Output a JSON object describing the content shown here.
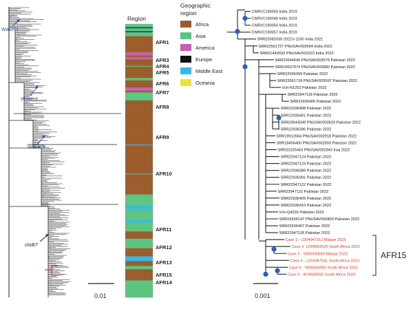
{
  "colors": {
    "Africa": "#9b5b2a",
    "Asia": "#5cc481",
    "America": "#c65fb0",
    "Europe": "#111111",
    "Middle East": "#35b8e8",
    "Oceania": "#e4e336",
    "node": "#2f5fb6",
    "case_text": "#e0321c",
    "wave_text": "#2a50a8"
  },
  "left_tree": {
    "waves": [
      "Wave 1",
      "Wave 2",
      "Wave 3"
    ],
    "ctx_label": "ctxB7",
    "scale_label": "0.01"
  },
  "region_strip": {
    "header": "Region",
    "clades": [
      "AFR1",
      "AFR3",
      "AFR4",
      "AFR5",
      "AFR6",
      "AFR7",
      "AFR8",
      "AFR9",
      "AFR10",
      "AFR11",
      "AFR12",
      "AFR13",
      "AFR15",
      "AFR14"
    ]
  },
  "legend": {
    "title_line1": "Geographic",
    "title_line2": "region",
    "items": [
      {
        "label": "Africa",
        "key": "Africa"
      },
      {
        "label": "Asia",
        "key": "Asia"
      },
      {
        "label": "America",
        "key": "America"
      },
      {
        "label": "Europe",
        "key": "Europe"
      },
      {
        "label": "Middle East",
        "key": "Middle East"
      },
      {
        "label": "Oceania",
        "key": "Oceania"
      }
    ]
  },
  "right_tree": {
    "scale_label": "0.001",
    "clade_label": "AFR15",
    "tips": [
      {
        "text": "CNRVC190003 India 2019",
        "case": false
      },
      {
        "text": "CNRVC190048 India 2019",
        "case": false
      },
      {
        "text": "CNRVC190050 India 2019",
        "case": false
      },
      {
        "text": "CNRVC190057 India 2019",
        "case": false
      },
      {
        "text": "SRR20083339 2021V-1160 India 2021",
        "case": false
      },
      {
        "text": "SRR22561727 PNUSAV003594 India 2022",
        "case": false
      },
      {
        "text": "SRR21449932 PNUSAV003223 India 2022",
        "case": false
      },
      {
        "text": "SRR23644540 PNUSAV003579 Pakistan 2022",
        "case": false
      },
      {
        "text": "SRR19537974 PNUSAV002860 Pakistan 2022",
        "case": false
      },
      {
        "text": "SRR22936399 Pakistan 2022",
        "case": false
      },
      {
        "text": "SRR22561718 PNUSAV003597 Pakistan 2022",
        "case": false
      },
      {
        "text": "Vch-N1252 Pakistan 2022",
        "case": false
      },
      {
        "text": "SRR22947118 Pakistan 2022",
        "case": false
      },
      {
        "text": "SRR22936405 Pakistan 2022",
        "case": false
      },
      {
        "text": "SRR22936408 Pakistan 2022",
        "case": false
      },
      {
        "text": "SRR22936401 Pakistan 2022",
        "case": false
      },
      {
        "text": "SRR23644598 PNUSAV003629 Pakistan 2022",
        "case": false
      },
      {
        "text": "SRR22936396 Pakistan 2022",
        "case": false
      },
      {
        "text": "SRR19912664 PNUSAV002918 Pakistan 2022",
        "case": false
      },
      {
        "text": "SRR18456400 PNUSAV002693 Pakistan 2022",
        "case": false
      },
      {
        "text": "SRR20325463 PNUSAV002943 Iraq 2022",
        "case": false
      },
      {
        "text": "SRR22947124 Pakistan 2022",
        "case": false
      },
      {
        "text": "SRR22947123 Pakistan 2022",
        "case": false
      },
      {
        "text": "SRR22936389 Pakistan 2022",
        "case": false
      },
      {
        "text": "SRR22936391 Pakistan 2022",
        "case": false
      },
      {
        "text": "SRR22947122 Pakistan 2022",
        "case": false
      },
      {
        "text": "SRR22947121 Pakistan 2022",
        "case": false
      },
      {
        "text": "SRR22936409 Pakistan 2022",
        "case": false
      },
      {
        "text": "SRR22936410 Pakistan 2022",
        "case": false
      },
      {
        "text": "Vch-Q4233 Pakistan 2022",
        "case": false
      },
      {
        "text": "SRR19326147 PNUSAV002803 Pakistan 2022",
        "case": false
      },
      {
        "text": "SRR22936407 Pakistan 2022",
        "case": false
      },
      {
        "text": "SRR22947126 Pakistan 2022",
        "case": false
      },
      {
        "text": "Case 1 - LD04947912 Malawi 2023",
        "case": true
      },
      {
        "text": "Case 3 -LD04952620 South Africa 2023",
        "case": true
      },
      {
        "text": "Case 2 - YA00430893 Malawi 2023",
        "case": true
      },
      {
        "text": "Case 4 - LD04967541 South Africa 2023",
        "case": true
      },
      {
        "text": "Case 6 - YA00444950 South Africa 2023",
        "case": true
      },
      {
        "text": "Case 5 - IK04580933 South Africa 2023",
        "case": true
      }
    ]
  }
}
